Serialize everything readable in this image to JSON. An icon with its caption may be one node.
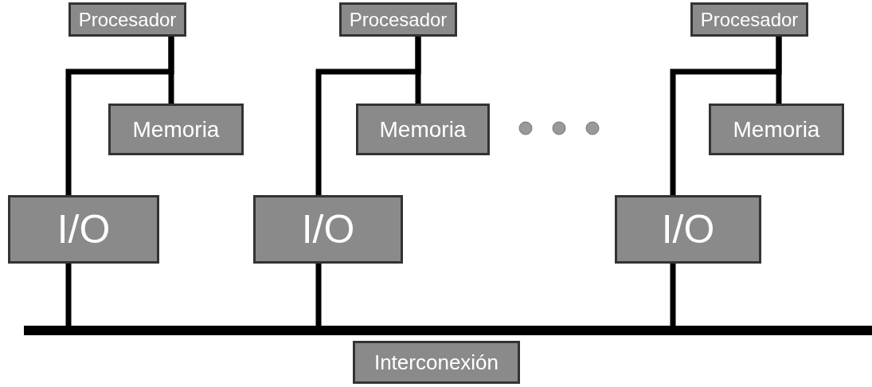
{
  "diagram": {
    "nodes": [
      {
        "text": [
          "Procesador"
        ]
      },
      {
        "text": [
          "Procesador"
        ]
      },
      {
        "text": [
          "Procesador"
        ]
      },
      {
        "text": [
          "Memoria"
        ]
      },
      {
        "text": [
          "Memoria"
        ]
      },
      {
        "text": [
          "Memoria"
        ]
      },
      {
        "text": [
          "I/O"
        ]
      },
      {
        "text": [
          "I/O"
        ]
      },
      {
        "text": [
          "I/O"
        ]
      },
      {
        "text": [],
        "shape": "bar"
      },
      {
        "text": [
          "Interconexión"
        ]
      }
    ],
    "edges": [
      {
        "from": 0,
        "to": 3,
        "arrow": "none"
      },
      {
        "from": 0,
        "to": 6,
        "arrow": "none"
      },
      {
        "from": 6,
        "to": 9,
        "arrow": "none"
      },
      {
        "from": 1,
        "to": 4,
        "arrow": "none"
      },
      {
        "from": 1,
        "to": 7,
        "arrow": "none"
      },
      {
        "from": 7,
        "to": 9,
        "arrow": "none"
      },
      {
        "from": 2,
        "to": 5,
        "arrow": "none"
      },
      {
        "from": 2,
        "to": 8,
        "arrow": "none"
      },
      {
        "from": 8,
        "to": 9,
        "arrow": "none"
      }
    ]
  }
}
